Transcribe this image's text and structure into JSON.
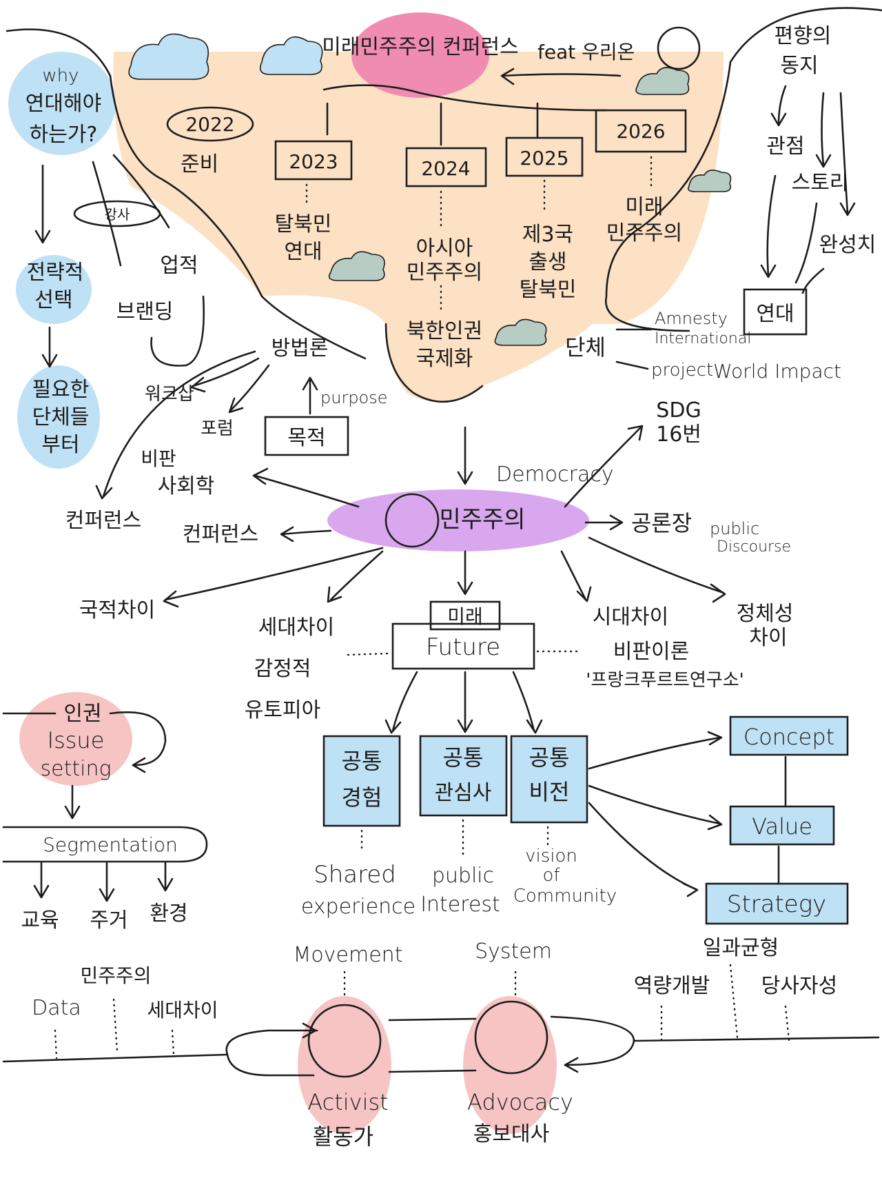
{
  "title": "미래민주주의 컨퍼런스",
  "feat": "feat 우리온",
  "timeline": {
    "y2022": "2022",
    "y2022_sub": "준비",
    "y2023": "2023",
    "y2023_sub": [
      "탈북민",
      "연대"
    ],
    "y2024": "2024",
    "y2024_sub": [
      "아시아",
      "민주주의"
    ],
    "y2024_sub2": [
      "북한인권",
      "국제화"
    ],
    "y2025": "2025",
    "y2025_sub": [
      "제3국",
      "출생",
      "탈북민"
    ],
    "y2026": "2026",
    "y2026_sub": [
      "미래",
      "민주주의"
    ]
  },
  "left_column": {
    "why": [
      "why",
      "연대해야",
      "하는가?"
    ],
    "lecture": "강사",
    "strategic": [
      "전략적",
      "선택"
    ],
    "needed": [
      "필요한",
      "단체들",
      "부터"
    ],
    "record": "업적",
    "branding": "브랜딩"
  },
  "right_column": {
    "bias": [
      "편향의",
      "동지"
    ],
    "view": "관점",
    "story": "스토리",
    "completeness": "완성치",
    "solidarity": "연대",
    "amnesty": [
      "Amnesty",
      "International"
    ],
    "project": [
      "project",
      "World Impact"
    ],
    "groups": "단체"
  },
  "method": {
    "label": "방법론",
    "purpose_en": "purpose",
    "purpose_ko": "목적",
    "workshop": "워크샵",
    "forum": "포럼",
    "critical": [
      "비판",
      "사회학"
    ],
    "conference_left": "컨퍼런스",
    "conference_mid": "컨퍼런스"
  },
  "center": {
    "label": "민주주의",
    "democracy": "Democracy",
    "sdg": [
      "SDG",
      "16번"
    ],
    "public_sphere": "공론장",
    "public_discourse": [
      "public",
      "Discourse"
    ],
    "nationality": "국적차이",
    "generation_gap": [
      "세대차이",
      "감정적",
      "유토피아"
    ],
    "era_gap": [
      "시대차이",
      "비판이론",
      "'프랑크푸르트연구소'"
    ],
    "political_gap": [
      "정체성",
      "차이"
    ],
    "future_ko": "미래",
    "future_en": "Future"
  },
  "common": {
    "experience": [
      "공통",
      "경험"
    ],
    "interest": [
      "공통",
      "관심사"
    ],
    "vision": [
      "공통",
      "비전"
    ],
    "experience_en": [
      "Shared",
      "experience"
    ],
    "interest_en": [
      "public",
      "Interest"
    ],
    "vision_en": [
      "vision",
      "of",
      "Community"
    ]
  },
  "csv": {
    "concept": "Concept",
    "value": "Value",
    "strategy": "Strategy",
    "balance": "일과균형",
    "capacity": "역량개발",
    "agency": "당사자성"
  },
  "human_rights": {
    "label": "인권",
    "issue": [
      "Issue",
      "setting"
    ],
    "segmentation": "Segmentation",
    "education": "교육",
    "housing": "주거",
    "environment": "환경",
    "data_title": "민주주의",
    "data": "Data",
    "gen_gap": "세대차이"
  },
  "bottom": {
    "movement": "Movement",
    "system": "System",
    "activist": [
      "Activist",
      "활동가"
    ],
    "advocacy": [
      "Advocacy",
      "홍보대사"
    ]
  },
  "colors": {
    "orange": "#fde1c4",
    "pink": "#f08cb0",
    "blue": "#bfe1f5",
    "purple": "#d9a7ee",
    "salmon": "#f7c4c4",
    "grey_cloud": "#b7cdc4"
  }
}
